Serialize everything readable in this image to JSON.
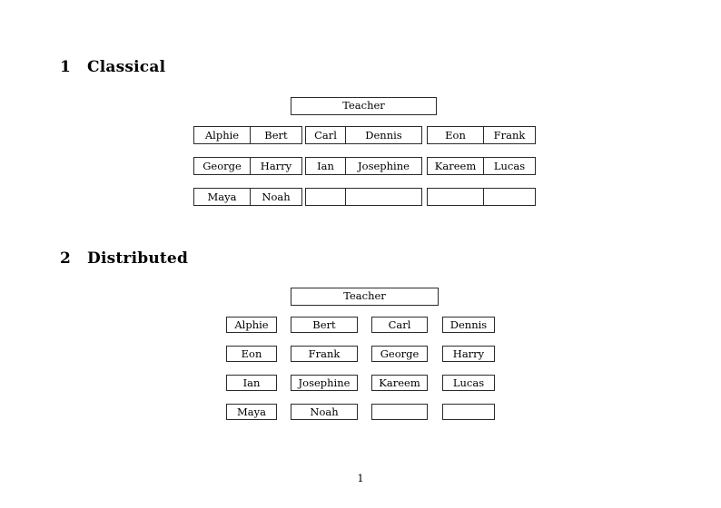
{
  "document": {
    "page_number": "1",
    "background_color": "#ffffff",
    "text_color": "#000000",
    "border_color": "#2b2b2b"
  },
  "sections": [
    {
      "number": "1",
      "title": "Classical",
      "teacher_label": "Teacher",
      "layout": "three grouped two-column tables",
      "groups": [
        {
          "name": "group-left",
          "rows": [
            [
              "Alphie",
              "Bert"
            ],
            [
              "George",
              "Harry"
            ],
            [
              "Maya",
              "Noah"
            ]
          ]
        },
        {
          "name": "group-middle",
          "rows": [
            [
              "Carl",
              "Dennis"
            ],
            [
              "Ian",
              "Josephine"
            ],
            [
              "",
              ""
            ]
          ]
        },
        {
          "name": "group-right",
          "rows": [
            [
              "Eon",
              "Frank"
            ],
            [
              "Kareem",
              "Lucas"
            ],
            [
              "",
              ""
            ]
          ]
        }
      ]
    },
    {
      "number": "2",
      "title": "Distributed",
      "teacher_label": "Teacher",
      "layout": "four-column grid of separate boxes",
      "rows": [
        [
          "Alphie",
          "Bert",
          "Carl",
          "Dennis"
        ],
        [
          "Eon",
          "Frank",
          "George",
          "Harry"
        ],
        [
          "Ian",
          "Josephine",
          "Kareem",
          "Lucas"
        ],
        [
          "Maya",
          "Noah",
          "",
          ""
        ]
      ]
    }
  ]
}
